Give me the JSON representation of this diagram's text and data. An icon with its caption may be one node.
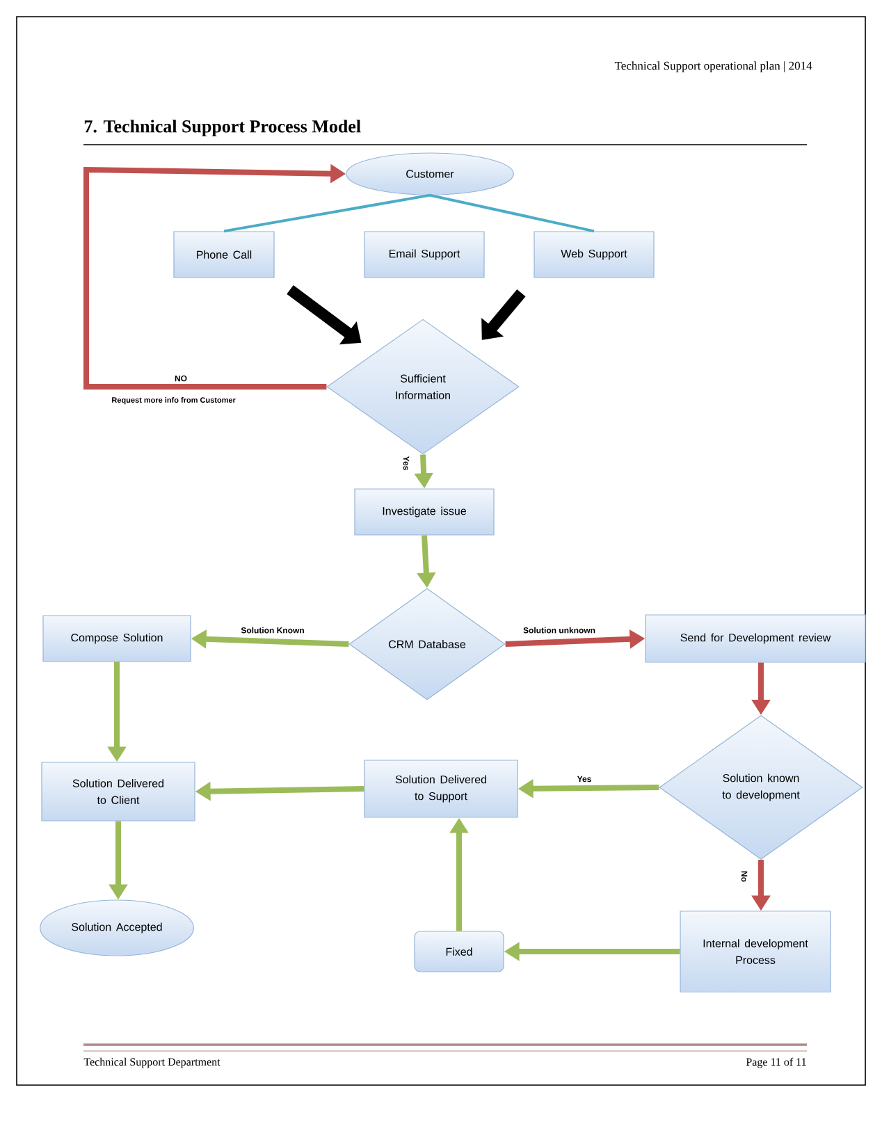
{
  "diagram": {
    "title": "7.  Technical Support Process Model",
    "nodes": [
      {
        "text": [
          "Customer"
        ]
      },
      {
        "text": [
          "Phone Call"
        ]
      },
      {
        "text": [
          "Email Support"
        ]
      },
      {
        "text": [
          "Web Support"
        ]
      },
      {
        "text": [
          "Sufficient Information"
        ]
      },
      {
        "text": [
          "Investigate issue"
        ]
      },
      {
        "text": [
          "CRM Database"
        ]
      },
      {
        "text": [
          "Compose Solution"
        ]
      },
      {
        "text": [
          "Send for Development review"
        ]
      },
      {
        "text": [
          "Solution known to development"
        ]
      },
      {
        "text": [
          "Solution Delivered to Support"
        ]
      },
      {
        "text": [
          "Solution Delivered to Client"
        ]
      },
      {
        "text": [
          "Internal development Process"
        ]
      },
      {
        "text": [
          "Fixed"
        ]
      },
      {
        "text": [
          "Solution Accepted"
        ]
      }
    ],
    "edges": [
      {
        "from": 0,
        "to": 1,
        "arrow": "none",
        "color": "#4bacc6"
      },
      {
        "from": 0,
        "to": 3,
        "arrow": "none",
        "color": "#4bacc6"
      },
      {
        "from": 1,
        "to": 4,
        "arrow": "to",
        "style": "thick",
        "color": "#000000"
      },
      {
        "from": 3,
        "to": 4,
        "arrow": "to",
        "style": "thick",
        "color": "#000000"
      },
      {
        "from": 4,
        "to": 0,
        "arrow": "to",
        "label": "NO",
        "color": "#c0504d"
      },
      {
        "from": 4,
        "to": 5,
        "arrow": "to",
        "label": "Yes"
      },
      {
        "from": 5,
        "to": 6,
        "arrow": "to"
      },
      {
        "from": 6,
        "to": 7,
        "arrow": "to",
        "label": "Solution Known"
      },
      {
        "from": 6,
        "to": 8,
        "arrow": "to",
        "label": "Solution unknown",
        "color": "#c0504d"
      },
      {
        "from": 8,
        "to": 9,
        "arrow": "to",
        "color": "#c0504d"
      },
      {
        "from": 9,
        "to": 10,
        "arrow": "to",
        "label": "Yes"
      },
      {
        "from": 9,
        "to": 12,
        "arrow": "to",
        "label": "No",
        "color": "#c0504d"
      },
      {
        "from": 12,
        "to": 13,
        "arrow": "to"
      },
      {
        "from": 13,
        "to": 10,
        "arrow": "to"
      },
      {
        "from": 10,
        "to": 11,
        "arrow": "to"
      },
      {
        "from": 7,
        "to": 11,
        "arrow": "to"
      },
      {
        "from": 11,
        "to": 14,
        "arrow": "to"
      }
    ],
    "labels": [
      "Technical Support operational plan | 2014",
      "Request more info from Customer",
      "Technical Support Department",
      "Page 11 of 11"
    ]
  }
}
